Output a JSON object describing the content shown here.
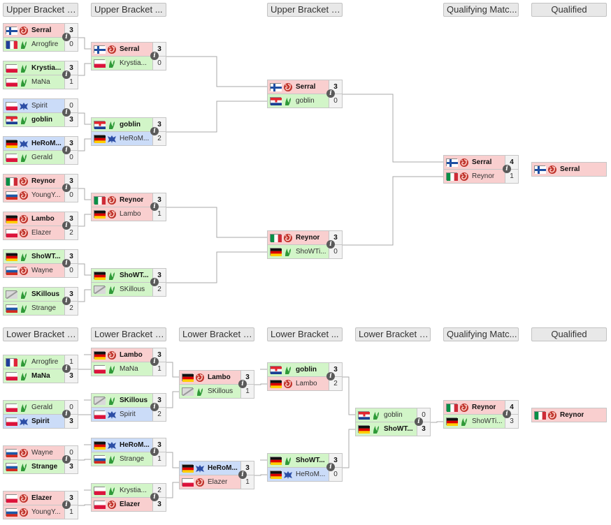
{
  "colors": {
    "zerg": "#f9cfcf",
    "protoss": "#d2f5c8",
    "terran": "#cbdcf8",
    "header": "#e8e8e8",
    "line": "#a9a9a9"
  },
  "upper": {
    "headers": [
      "Upper Bracket R...",
      "Upper Bracket ...",
      "Upper Bracket S...",
      "Qualifying Matc...",
      "Qualified"
    ],
    "r1": [
      {
        "top": {
          "name": "Serral",
          "flag": "FI",
          "race": "Z",
          "score": "3",
          "win": true
        },
        "bottom": {
          "name": "Arrogfire",
          "flag": "FR",
          "race": "P",
          "score": "0",
          "win": false
        }
      },
      {
        "top": {
          "name": "Krystia...",
          "flag": "PL",
          "race": "P",
          "score": "3",
          "win": true
        },
        "bottom": {
          "name": "MaNa",
          "flag": "PL",
          "race": "P",
          "score": "1",
          "win": false
        }
      },
      {
        "top": {
          "name": "Spirit",
          "flag": "PL",
          "race": "T",
          "score": "0",
          "win": false
        },
        "bottom": {
          "name": "goblin",
          "flag": "HR",
          "race": "P",
          "score": "3",
          "win": true
        }
      },
      {
        "top": {
          "name": "HeRoM...",
          "flag": "DE",
          "race": "T",
          "score": "3",
          "win": true
        },
        "bottom": {
          "name": "Gerald",
          "flag": "PL",
          "race": "P",
          "score": "0",
          "win": false
        }
      },
      {
        "top": {
          "name": "Reynor",
          "flag": "IT",
          "race": "Z",
          "score": "3",
          "win": true
        },
        "bottom": {
          "name": "YoungY...",
          "flag": "RU",
          "race": "Z",
          "score": "0",
          "win": false
        }
      },
      {
        "top": {
          "name": "Lambo",
          "flag": "DE",
          "race": "Z",
          "score": "3",
          "win": true
        },
        "bottom": {
          "name": "Elazer",
          "flag": "PL",
          "race": "Z",
          "score": "2",
          "win": false
        }
      },
      {
        "top": {
          "name": "ShoWT...",
          "flag": "DE",
          "race": "P",
          "score": "3",
          "win": true
        },
        "bottom": {
          "name": "Wayne",
          "flag": "RU",
          "race": "Z",
          "score": "0",
          "win": false
        }
      },
      {
        "top": {
          "name": "SKillous",
          "flag": "NA",
          "race": "P",
          "score": "3",
          "win": true
        },
        "bottom": {
          "name": "Strange",
          "flag": "RU",
          "race": "P",
          "score": "2",
          "win": false
        }
      }
    ],
    "r2": [
      {
        "top": {
          "name": "Serral",
          "flag": "FI",
          "race": "Z",
          "score": "3",
          "win": true
        },
        "bottom": {
          "name": "Krystia...",
          "flag": "PL",
          "race": "P",
          "score": "0",
          "win": false
        }
      },
      {
        "top": {
          "name": "goblin",
          "flag": "HR",
          "race": "P",
          "score": "3",
          "win": true
        },
        "bottom": {
          "name": "HeRoM...",
          "flag": "DE",
          "race": "T",
          "score": "2",
          "win": false
        }
      },
      {
        "top": {
          "name": "Reynor",
          "flag": "IT",
          "race": "Z",
          "score": "3",
          "win": true
        },
        "bottom": {
          "name": "Lambo",
          "flag": "DE",
          "race": "Z",
          "score": "1",
          "win": false
        }
      },
      {
        "top": {
          "name": "ShoWT...",
          "flag": "DE",
          "race": "P",
          "score": "3",
          "win": true
        },
        "bottom": {
          "name": "SKillous",
          "flag": "NA",
          "race": "P",
          "score": "2",
          "win": false
        }
      }
    ],
    "semis": [
      {
        "top": {
          "name": "Serral",
          "flag": "FI",
          "race": "Z",
          "score": "3",
          "win": true
        },
        "bottom": {
          "name": "goblin",
          "flag": "HR",
          "race": "P",
          "score": "0",
          "win": false
        }
      },
      {
        "top": {
          "name": "Reynor",
          "flag": "IT",
          "race": "Z",
          "score": "3",
          "win": true
        },
        "bottom": {
          "name": "ShoWTi...",
          "flag": "DE",
          "race": "P",
          "score": "0",
          "win": false
        }
      }
    ],
    "final": {
      "top": {
        "name": "Serral",
        "flag": "FI",
        "race": "Z",
        "score": "4",
        "win": true
      },
      "bottom": {
        "name": "Reynor",
        "flag": "IT",
        "race": "Z",
        "score": "1",
        "win": false
      }
    },
    "qualified": {
      "name": "Serral",
      "flag": "FI",
      "race": "Z"
    }
  },
  "lower": {
    "headers": [
      "Lower Bracket R...",
      "Lower Bracket R...",
      "Lower Bracket R...",
      "Lower Bracket ...",
      "Lower Bracket S...",
      "Qualifying Matc...",
      "Qualified"
    ],
    "r1": [
      {
        "top": {
          "name": "Arrogfire",
          "flag": "FR",
          "race": "P",
          "score": "1",
          "win": false
        },
        "bottom": {
          "name": "MaNa",
          "flag": "PL",
          "race": "P",
          "score": "3",
          "win": true
        }
      },
      {
        "top": {
          "name": "Gerald",
          "flag": "PL",
          "race": "P",
          "score": "0",
          "win": false
        },
        "bottom": {
          "name": "Spirit",
          "flag": "PL",
          "race": "T",
          "score": "3",
          "win": true
        }
      },
      {
        "top": {
          "name": "Wayne",
          "flag": "RU",
          "race": "Z",
          "score": "0",
          "win": false
        },
        "bottom": {
          "name": "Strange",
          "flag": "RU",
          "race": "P",
          "score": "3",
          "win": true
        }
      },
      {
        "top": {
          "name": "Elazer",
          "flag": "PL",
          "race": "Z",
          "score": "3",
          "win": true
        },
        "bottom": {
          "name": "YoungY...",
          "flag": "RU",
          "race": "Z",
          "score": "1",
          "win": false
        }
      }
    ],
    "r2": [
      {
        "top": {
          "name": "Lambo",
          "flag": "DE",
          "race": "Z",
          "score": "3",
          "win": true
        },
        "bottom": {
          "name": "MaNa",
          "flag": "PL",
          "race": "P",
          "score": "1",
          "win": false
        }
      },
      {
        "top": {
          "name": "SKillous",
          "flag": "NA",
          "race": "P",
          "score": "3",
          "win": true
        },
        "bottom": {
          "name": "Spirit",
          "flag": "PL",
          "race": "T",
          "score": "2",
          "win": false
        }
      },
      {
        "top": {
          "name": "HeRoM...",
          "flag": "DE",
          "race": "T",
          "score": "3",
          "win": true
        },
        "bottom": {
          "name": "Strange",
          "flag": "RU",
          "race": "P",
          "score": "1",
          "win": false
        }
      },
      {
        "top": {
          "name": "Krystia...",
          "flag": "PL",
          "race": "P",
          "score": "2",
          "win": false
        },
        "bottom": {
          "name": "Elazer",
          "flag": "PL",
          "race": "Z",
          "score": "3",
          "win": true
        }
      }
    ],
    "r3": [
      {
        "top": {
          "name": "Lambo",
          "flag": "DE",
          "race": "Z",
          "score": "3",
          "win": true
        },
        "bottom": {
          "name": "SKillous",
          "flag": "NA",
          "race": "P",
          "score": "1",
          "win": false
        }
      },
      {
        "top": {
          "name": "HeRoM...",
          "flag": "DE",
          "race": "T",
          "score": "3",
          "win": true
        },
        "bottom": {
          "name": "Elazer",
          "flag": "PL",
          "race": "Z",
          "score": "1",
          "win": false
        }
      }
    ],
    "r4": [
      {
        "top": {
          "name": "goblin",
          "flag": "HR",
          "race": "P",
          "score": "3",
          "win": true
        },
        "bottom": {
          "name": "Lambo",
          "flag": "DE",
          "race": "Z",
          "score": "2",
          "win": false
        }
      },
      {
        "top": {
          "name": "ShoWT...",
          "flag": "DE",
          "race": "P",
          "score": "3",
          "win": true
        },
        "bottom": {
          "name": "HeRoM...",
          "flag": "DE",
          "race": "T",
          "score": "0",
          "win": false
        }
      }
    ],
    "semi": {
      "top": {
        "name": "goblin",
        "flag": "HR",
        "race": "P",
        "score": "0",
        "win": false
      },
      "bottom": {
        "name": "ShoWT...",
        "flag": "DE",
        "race": "P",
        "score": "3",
        "win": true
      }
    },
    "final": {
      "top": {
        "name": "Reynor",
        "flag": "IT",
        "race": "Z",
        "score": "4",
        "win": true
      },
      "bottom": {
        "name": "ShoWTi...",
        "flag": "DE",
        "race": "P",
        "score": "3",
        "win": false
      }
    },
    "qualified": {
      "name": "Reynor",
      "flag": "IT",
      "race": "Z"
    }
  }
}
